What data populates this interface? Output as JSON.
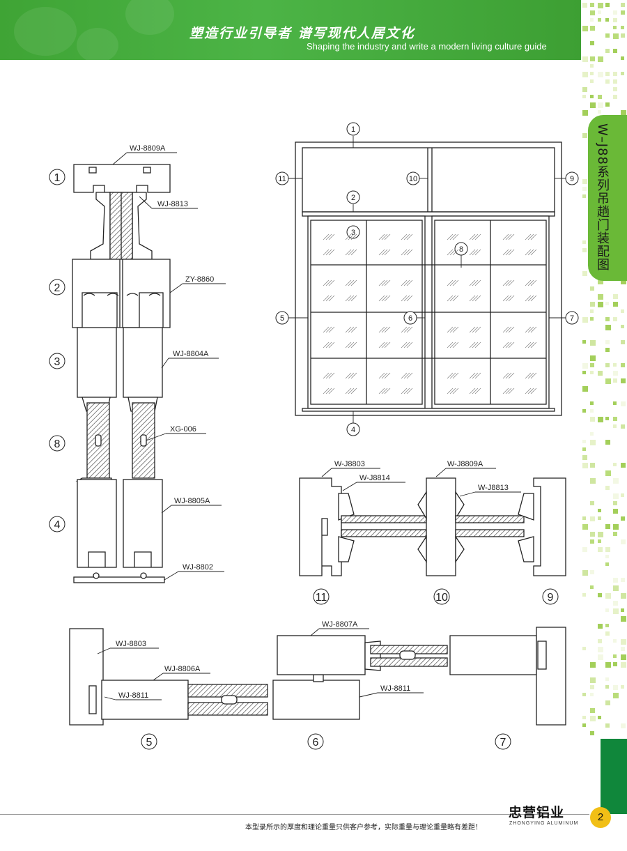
{
  "header": {
    "slogan_cn": "塑造行业引导者  谱写现代人居文化",
    "slogan_en": "Shaping the industry and write a modern living culture guide"
  },
  "side_tab": {
    "title": "W–J88系列吊趟门装配图"
  },
  "colors": {
    "banner_green": "#4cb446",
    "tab_green": "#6ab937",
    "dark_green": "#10873b",
    "page_badge": "#f1bf16",
    "profile_fill": "#ffffff",
    "line": "#222222"
  },
  "diagram": {
    "vertical_section": {
      "markers": [
        "1",
        "2",
        "3",
        "8",
        "4"
      ],
      "labels": [
        "WJ-8809A",
        "WJ-8813",
        "ZY-8860",
        "WJ-8804A",
        "XG-006",
        "WJ-8805A",
        "WJ-8802"
      ]
    },
    "elevation": {
      "markers": [
        "1",
        "11",
        "10",
        "9",
        "2",
        "3",
        "8",
        "5",
        "6",
        "7",
        "4"
      ]
    },
    "top_section": {
      "labels": [
        "W-J8803",
        "W-J8814",
        "W-J8809A",
        "W-J8813"
      ],
      "markers": [
        "11",
        "10",
        "9"
      ]
    },
    "bottom_section": {
      "labels": [
        "WJ-8803",
        "WJ-8806A",
        "WJ-8811",
        "WJ-8807A",
        "WJ-8811"
      ],
      "markers": [
        "5",
        "6",
        "7"
      ]
    }
  },
  "footer": {
    "note": "本型录所示的厚度和理论重量只供客户参考，实际重量与理论重量略有差距！",
    "brand_cn": "忠营铝业",
    "brand_en": "ZHONGYING ALUMINUM",
    "page": "2"
  }
}
